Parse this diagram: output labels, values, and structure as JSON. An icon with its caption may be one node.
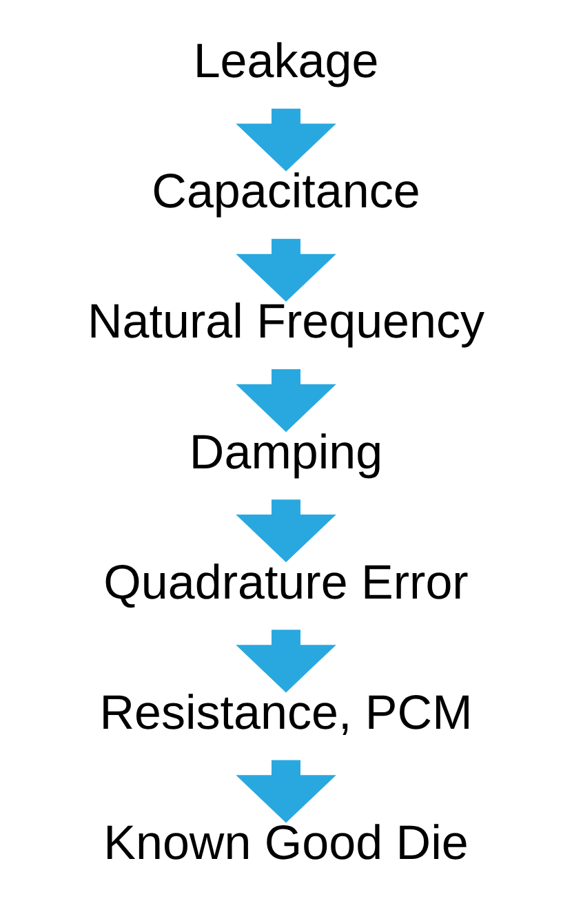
{
  "diagram": {
    "nodes": [
      {
        "text": [
          "Leakage"
        ]
      },
      {
        "text": [
          "Capacitance"
        ]
      },
      {
        "text": [
          "Natural Frequency"
        ]
      },
      {
        "text": [
          "Damping"
        ]
      },
      {
        "text": [
          "Quadrature Error"
        ]
      },
      {
        "text": [
          "Resistance, PCM"
        ]
      },
      {
        "text": [
          "Known Good Die"
        ]
      }
    ],
    "edges": [
      {
        "from": 0,
        "to": 1,
        "arrow": "to"
      },
      {
        "from": 1,
        "to": 2,
        "arrow": "to"
      },
      {
        "from": 2,
        "to": 3,
        "arrow": "to"
      },
      {
        "from": 3,
        "to": 4,
        "arrow": "to"
      },
      {
        "from": 4,
        "to": 5,
        "arrow": "to"
      },
      {
        "from": 5,
        "to": 6,
        "arrow": "to"
      }
    ]
  }
}
